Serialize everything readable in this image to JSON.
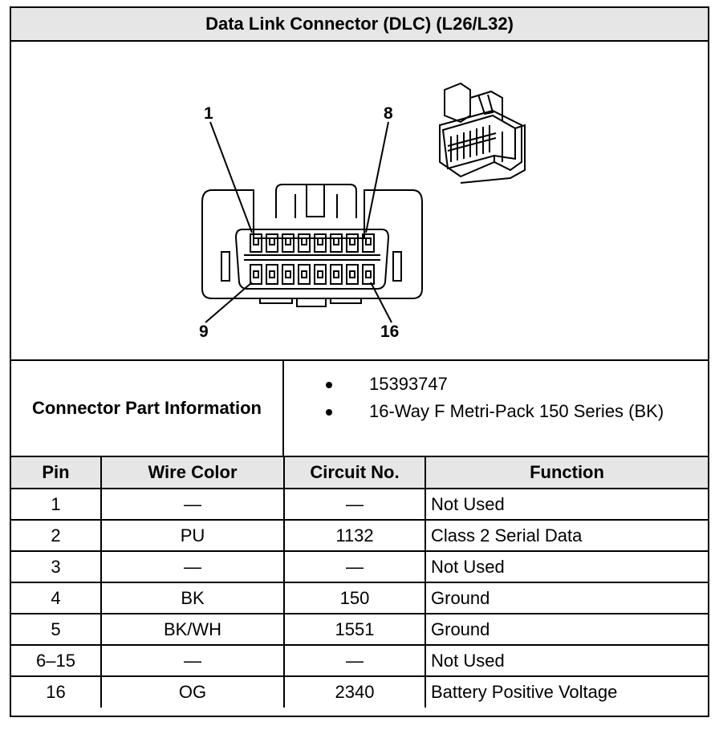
{
  "title": "Data Link Connector (DLC) (L26/L32)",
  "diagram": {
    "pin_labels": {
      "top_left": "1",
      "top_right": "8",
      "bottom_left": "9",
      "bottom_right": "16"
    }
  },
  "connector_info": {
    "label": "Connector Part Information",
    "items": [
      "15393747",
      "16-Way F Metri-Pack 150 Series (BK)"
    ]
  },
  "table": {
    "headers": {
      "pin": "Pin",
      "wire_color": "Wire Color",
      "circuit": "Circuit No.",
      "function": "Function"
    },
    "rows": [
      {
        "pin": "1",
        "wire_color": "—",
        "circuit": "—",
        "function": "Not Used"
      },
      {
        "pin": "2",
        "wire_color": "PU",
        "circuit": "1132",
        "function": "Class 2 Serial Data"
      },
      {
        "pin": "3",
        "wire_color": "—",
        "circuit": "—",
        "function": "Not Used"
      },
      {
        "pin": "4",
        "wire_color": "BK",
        "circuit": "150",
        "function": "Ground"
      },
      {
        "pin": "5",
        "wire_color": "BK/WH",
        "circuit": "1551",
        "function": "Ground"
      },
      {
        "pin": "6–15",
        "wire_color": "—",
        "circuit": "—",
        "function": "Not Used"
      },
      {
        "pin": "16",
        "wire_color": "OG",
        "circuit": "2340",
        "function": "Battery Positive Voltage"
      }
    ]
  },
  "colors": {
    "header_fill": "#e6e6e6",
    "line": "#000000"
  }
}
